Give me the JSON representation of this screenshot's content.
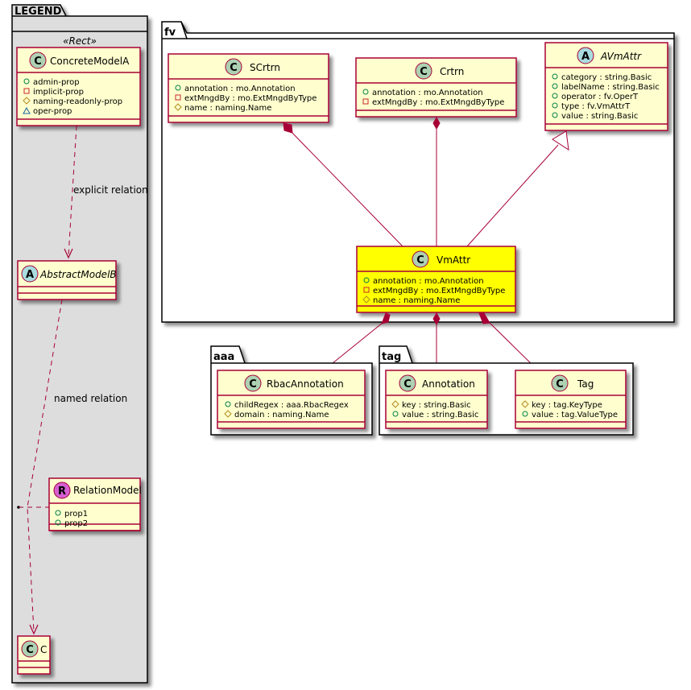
{
  "colors": {
    "class_fill": "#FEFECE",
    "class_border": "#A80036",
    "highlight_fill": "#FFFF00",
    "legend_fill": "#DDDDDD",
    "line": "#A80036",
    "circle_c": "#ADD1B2",
    "circle_a": "#A9DCDF",
    "circle_r": "#D55FD1",
    "vis_public": "#038048",
    "vis_private": "#C82930",
    "vis_protected": "#B38D22",
    "vis_package": "#1963A0"
  },
  "legend": {
    "title": "LEGEND",
    "stereotype": "«Rect»",
    "concrete": {
      "badge": "C",
      "name": "ConcreteModelA",
      "attrs": [
        {
          "vis": "public",
          "text": "admin-prop"
        },
        {
          "vis": "private",
          "text": "implicit-prop"
        },
        {
          "vis": "protected",
          "text": "naming-readonly-prop"
        },
        {
          "vis": "package",
          "text": "oper-prop"
        }
      ]
    },
    "explicit_label": "explicit relation",
    "abstract": {
      "badge": "A",
      "name": "AbstractModelB"
    },
    "named_label": "named relation",
    "relation": {
      "badge": "R",
      "name": "RelationModel",
      "attrs": [
        {
          "vis": "public",
          "text": "prop1"
        },
        {
          "vis": "public",
          "text": "prop2"
        }
      ]
    },
    "target": {
      "badge": "C",
      "name": "C"
    }
  },
  "packages": {
    "fv": {
      "title": "fv",
      "classes": {
        "scrtrn": {
          "badge": "C",
          "name": "SCrtrn",
          "attrs": [
            {
              "vis": "public",
              "text": "annotation : mo.Annotation"
            },
            {
              "vis": "private",
              "text": "extMngdBy : mo.ExtMngdByType"
            },
            {
              "vis": "protected",
              "text": "name : naming.Name"
            }
          ]
        },
        "crtrn": {
          "badge": "C",
          "name": "Crtrn",
          "attrs": [
            {
              "vis": "public",
              "text": "annotation : mo.Annotation"
            },
            {
              "vis": "private",
              "text": "extMngdBy : mo.ExtMngdByType"
            }
          ]
        },
        "avmattr": {
          "badge": "A",
          "name": "AVmAttr",
          "attrs": [
            {
              "vis": "public",
              "text": "category : string.Basic"
            },
            {
              "vis": "public",
              "text": "labelName : string.Basic"
            },
            {
              "vis": "public",
              "text": "operator : fv.OperT"
            },
            {
              "vis": "public",
              "text": "type : fv.VmAttrT"
            },
            {
              "vis": "public",
              "text": "value : string.Basic"
            }
          ]
        },
        "vmattr": {
          "badge": "C",
          "name": "VmAttr",
          "attrs": [
            {
              "vis": "public",
              "text": "annotation : mo.Annotation"
            },
            {
              "vis": "private",
              "text": "extMngdBy : mo.ExtMngdByType"
            },
            {
              "vis": "protected",
              "text": "name : naming.Name"
            }
          ]
        }
      }
    },
    "aaa": {
      "title": "aaa",
      "classes": {
        "rbac": {
          "badge": "C",
          "name": "RbacAnnotation",
          "attrs": [
            {
              "vis": "public",
              "text": "childRegex : aaa.RbacRegex"
            },
            {
              "vis": "protected",
              "text": "domain : naming.Name"
            }
          ]
        }
      }
    },
    "tag": {
      "title": "tag",
      "classes": {
        "annotation": {
          "badge": "C",
          "name": "Annotation",
          "attrs": [
            {
              "vis": "protected",
              "text": "key : string.Basic"
            },
            {
              "vis": "public",
              "text": "value : string.Basic"
            }
          ]
        },
        "tag": {
          "badge": "C",
          "name": "Tag",
          "attrs": [
            {
              "vis": "protected",
              "text": "key : tag.KeyType"
            },
            {
              "vis": "public",
              "text": "value : tag.ValueType"
            }
          ]
        }
      }
    }
  },
  "relations": [
    {
      "from": "SCrtrn",
      "to": "VmAttr",
      "type": "composition"
    },
    {
      "from": "Crtrn",
      "to": "VmAttr",
      "type": "composition"
    },
    {
      "from": "VmAttr",
      "to": "AVmAttr",
      "type": "inheritance"
    },
    {
      "from": "VmAttr",
      "to": "RbacAnnotation",
      "type": "composition"
    },
    {
      "from": "VmAttr",
      "to": "Annotation",
      "type": "composition"
    },
    {
      "from": "VmAttr",
      "to": "Tag",
      "type": "composition"
    },
    {
      "from": "ConcreteModelA",
      "to": "AbstractModelB",
      "type": "dependency",
      "label": "explicit relation"
    },
    {
      "from": "AbstractModelB",
      "to": "C",
      "type": "dependency",
      "label": "named relation",
      "association_class": "RelationModel"
    }
  ]
}
